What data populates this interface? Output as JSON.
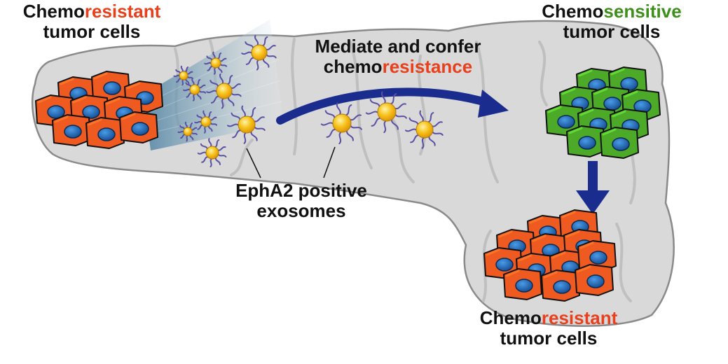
{
  "labels": {
    "top_left": {
      "line1_prefix": "Chemo",
      "line1_accent": "resistant",
      "line2": "tumor cells"
    },
    "top_right": {
      "line1_prefix": "Chemo",
      "line1_accent": "sensitive",
      "line2": "tumor cells"
    },
    "bottom": {
      "line1_prefix": "Chemo",
      "line1_accent": "resistant",
      "line2": "tumor cells"
    },
    "arrow": {
      "line1": "Mediate and confer",
      "line2_prefix": "chemo",
      "line2_accent": "resistance"
    },
    "exosomes": {
      "line1": "EphA2 positive",
      "line2": "exosomes"
    }
  },
  "colors": {
    "resistant_cell": "#ee5a1f",
    "sensitive_cell": "#4caa28",
    "nucleus": "#1f6fc0",
    "exosome_core": "#f7c21a",
    "exosome_spikes": "#5a4fa3",
    "arrow": "#1b2c8f",
    "tissue": "#d6d6d6",
    "accent_red": "#e8401c",
    "accent_green": "#3e8f1b"
  }
}
